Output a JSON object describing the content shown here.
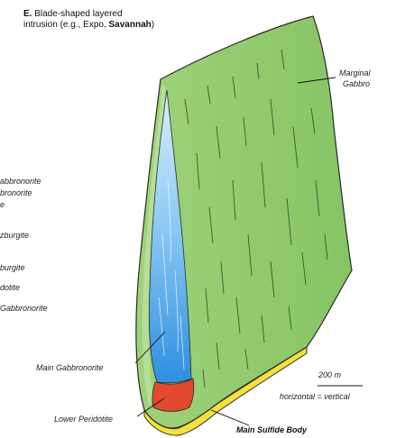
{
  "title": {
    "letter": "E.",
    "text": " Blade-shaped layered intrusion (e.g., Expo, ",
    "bold_name": "Savannah",
    "suffix": ")"
  },
  "labels": {
    "marginal_gabbro_1": "Marginal",
    "marginal_gabbro_2": "Gabbro",
    "main_gabbronorite": "Main Gabbronorite",
    "lower_peridotite": "Lower Peridotite",
    "main_sulfide_body": "Main Sulfide Body"
  },
  "cut_labels": [
    "abbronorite",
    "bronorite",
    "e",
    "zburgite",
    "burgite",
    "dotite",
    "Gabbronorite"
  ],
  "scale": {
    "length": "200 m",
    "note": "horizontal = vertical"
  },
  "colors": {
    "marginal_gabbro": "#8ec86a",
    "main_gabbronorite": "#4aa3e8",
    "lower_peridotite": "#e2492e",
    "main_sulfide_body": "#f3e13c",
    "outline": "#2a2a2a"
  }
}
